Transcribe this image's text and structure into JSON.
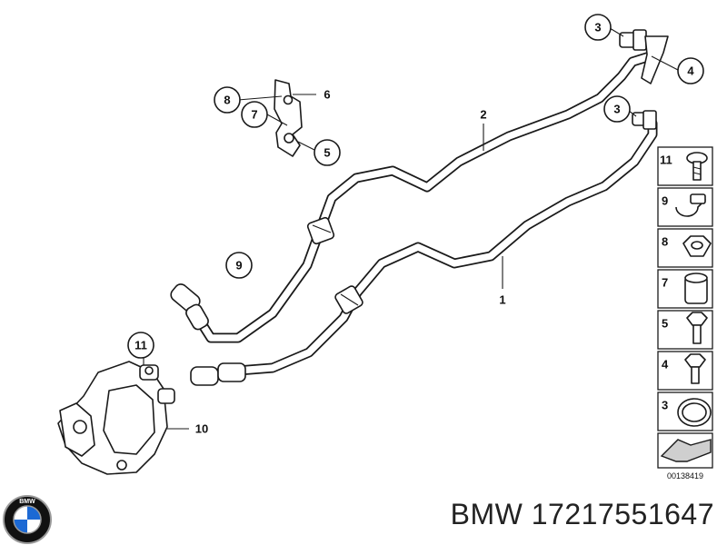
{
  "diagram": {
    "callouts": {
      "c3_top": "3",
      "c4": "4",
      "c3_mid": "3",
      "c8": "8",
      "c7": "7",
      "c6": "6",
      "c5": "5",
      "c2": "2",
      "c9": "9",
      "c1": "1",
      "c11": "11",
      "c10": "10"
    },
    "legend": [
      {
        "label": "11",
        "icon": "screw-icon"
      },
      {
        "label": "9",
        "icon": "clamp-icon"
      },
      {
        "label": "8",
        "icon": "nut-icon"
      },
      {
        "label": "7",
        "icon": "sleeve-icon"
      },
      {
        "label": "5",
        "icon": "bolt-icon"
      },
      {
        "label": "4",
        "icon": "bolt-icon"
      },
      {
        "label": "3",
        "icon": "o-ring-icon"
      },
      {
        "label": "",
        "icon": "arrow-icon"
      }
    ],
    "catalog_id": "00138419"
  },
  "caption": "BMW 17217551647",
  "brand": {
    "logo_text": "BMW",
    "colors": {
      "blue": "#1c69d4",
      "black": "#111111",
      "silver": "#9a9a9a"
    }
  }
}
